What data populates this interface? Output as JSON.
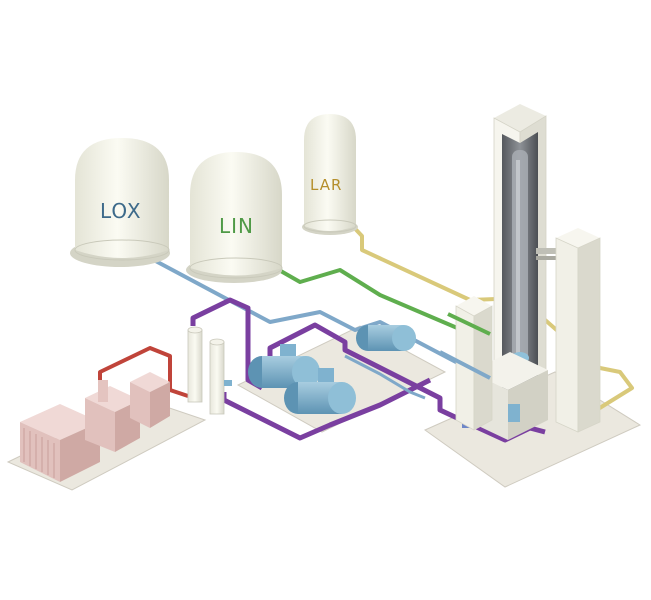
{
  "tanks": [
    {
      "label": "LOX",
      "label_color": "#3d6a8a"
    },
    {
      "label": "LIN",
      "label_color": "#4f9a46"
    },
    {
      "label": "LAR",
      "label_color": "#b58f2c"
    }
  ],
  "pipe_colors": {
    "oxygen": "#7fa8c9",
    "nitrogen": "#5fae4e",
    "argon": "#d9c97a",
    "air": "#7a3fa0",
    "heat": "#c0443a"
  },
  "colors": {
    "tank": "#f6f6ec",
    "tank_shade": "#dcdccf",
    "base_slab": "#e9e6dc",
    "column": "#f2f1e8",
    "compressor": "#7fb2cf",
    "generator": "#e3c6c2"
  }
}
